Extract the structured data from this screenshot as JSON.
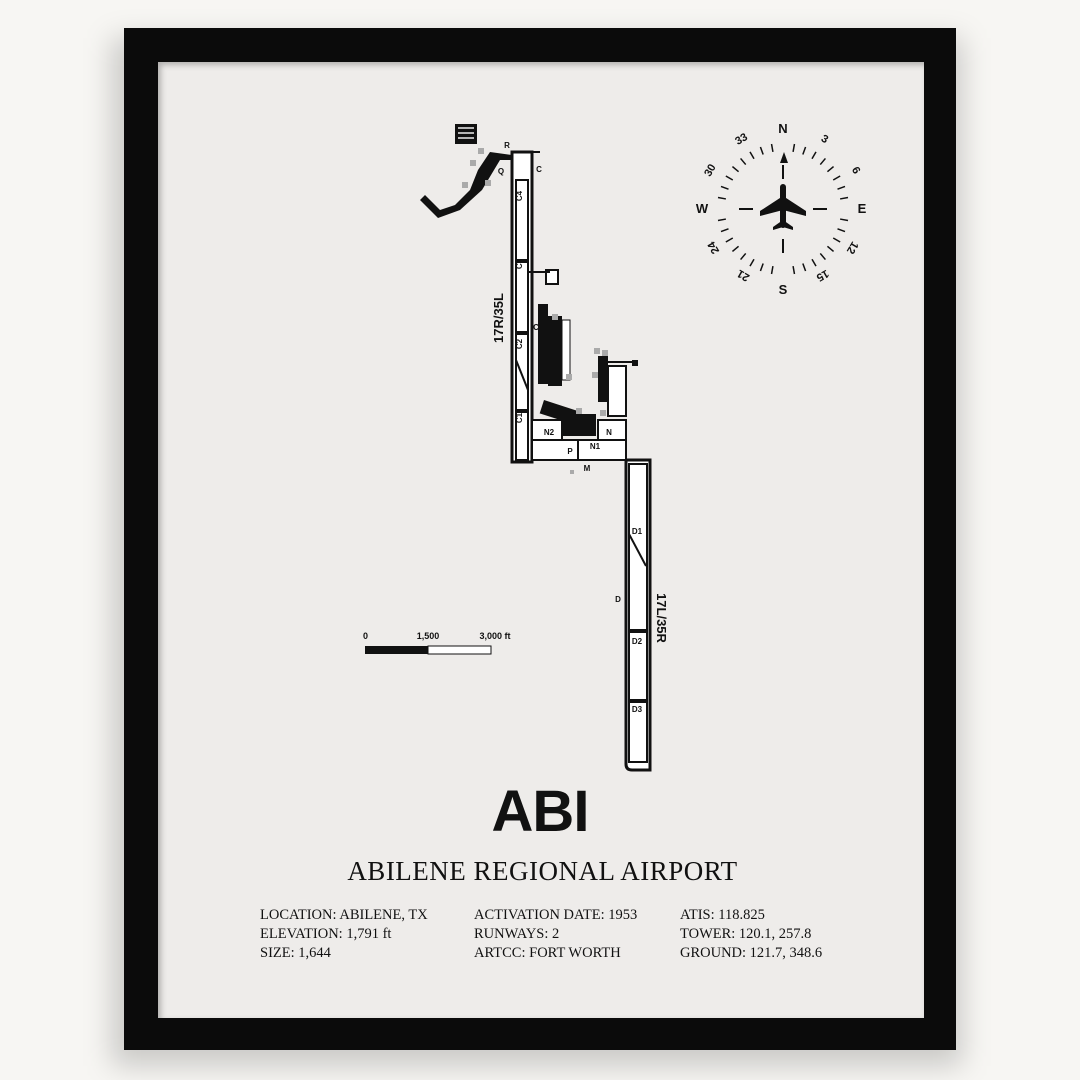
{
  "poster": {
    "code": "ABI",
    "name": "ABILENE REGIONAL AIRPORT",
    "info_columns": [
      [
        "LOCATION: ABILENE, TX",
        "ELEVATION: 1,791 ft",
        "SIZE: 1,644"
      ],
      [
        "ACTIVATION DATE: 1953",
        "RUNWAYS: 2",
        "ARTCC: FORT WORTH"
      ],
      [
        "ATIS: 118.825",
        "TOWER: 120.1, 257.8",
        "GROUND: 121.7, 348.6"
      ]
    ]
  },
  "runways": [
    "17R/35L",
    "17L/35R"
  ],
  "taxiways": {
    "R": "R",
    "Q": "Q",
    "C": "C",
    "C4": "C4",
    "C3": "C3",
    "C2": "C2",
    "C1": "C1",
    "N": "N",
    "N1": "N1",
    "N2": "N2",
    "P": "P",
    "M": "M",
    "D": "D",
    "D1": "D1",
    "D2": "D2",
    "D3": "D3"
  },
  "scale_bar": {
    "labels": [
      "0",
      "1,500",
      "3,000 ft"
    ]
  },
  "compass": {
    "cardinals": [
      "N",
      "E",
      "S",
      "W"
    ],
    "degrees": [
      "3",
      "6",
      "12",
      "15",
      "21",
      "24",
      "30",
      "33"
    ]
  },
  "colors": {
    "frame": "#0b0b0b",
    "mat": "#eeecea",
    "ink": "#111111",
    "building": "#aaaaaa"
  }
}
